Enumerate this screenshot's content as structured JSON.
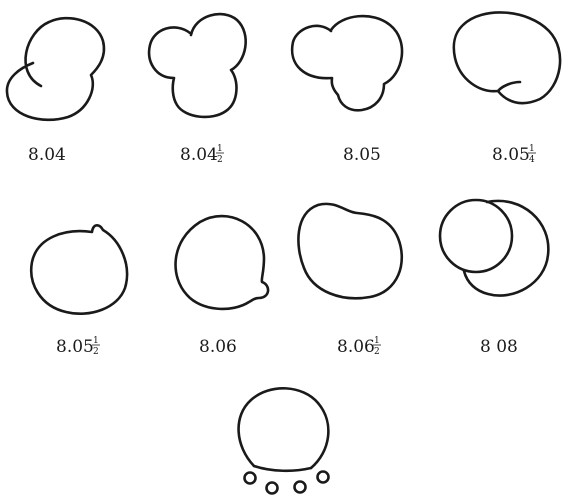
{
  "figures": [
    {
      "id": "stage-1",
      "time": "8.04",
      "fraction": null
    },
    {
      "id": "stage-2",
      "time": "8.04",
      "fraction": {
        "num": "1",
        "den": "2"
      }
    },
    {
      "id": "stage-3",
      "time": "8.05",
      "fraction": null
    },
    {
      "id": "stage-4",
      "time": "8.05",
      "fraction": {
        "num": "1",
        "den": "4"
      }
    },
    {
      "id": "stage-5",
      "time": "8.05",
      "fraction": {
        "num": "1",
        "den": "2"
      }
    },
    {
      "id": "stage-6",
      "time": "8.06",
      "fraction": null
    },
    {
      "id": "stage-7",
      "time": "8.06",
      "fraction": {
        "num": "1",
        "den": "2"
      }
    },
    {
      "id": "stage-8",
      "time": "8 08",
      "fraction": null
    },
    {
      "id": "stage-9",
      "time": "",
      "fraction": null
    }
  ]
}
